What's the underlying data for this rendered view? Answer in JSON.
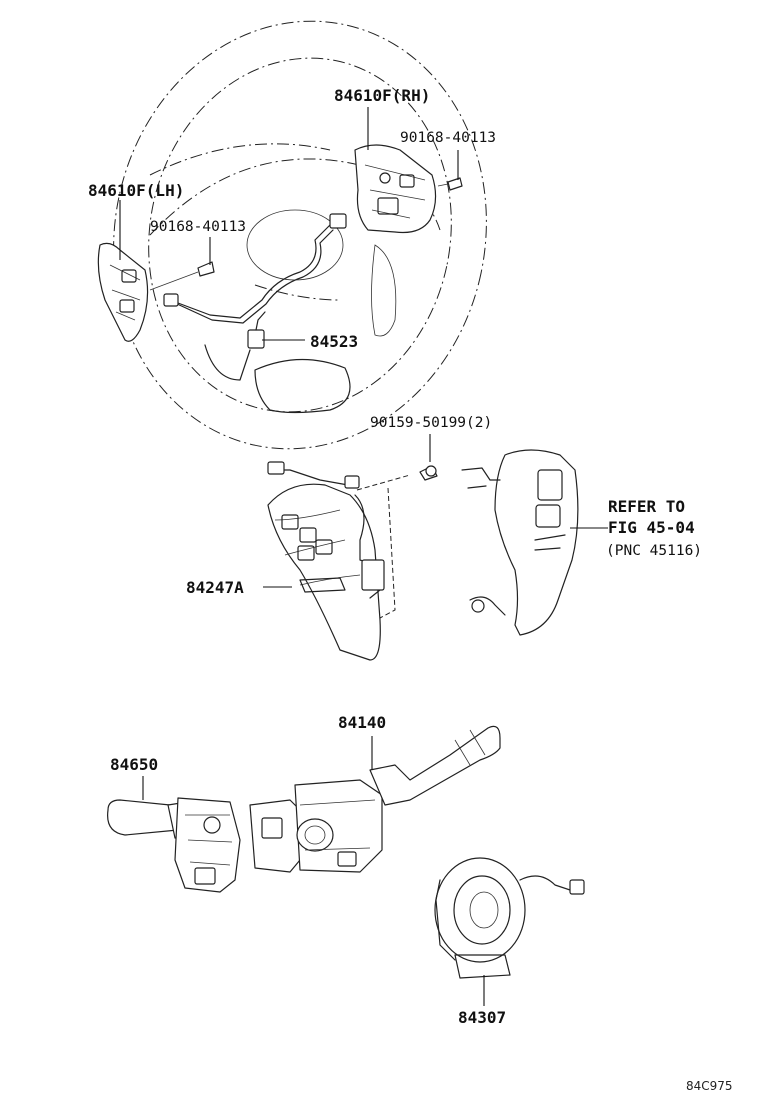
{
  "labels": {
    "sw_rh": "84610F(RH)",
    "screw_rh": "90168-40113",
    "sw_lh": "84610F(LH)",
    "screw_lh": "90168-40113",
    "wire": "84523",
    "screw_cover": "90159-50199(2)",
    "refer_line1": "REFER TO",
    "refer_line2": "FIG 45-04",
    "refer_line3": "(PNC 45116)",
    "cover": "84247A",
    "combo_sw": "84140",
    "wiper_sw": "84650",
    "spiral": "84307",
    "diagram_code": "84C975"
  }
}
